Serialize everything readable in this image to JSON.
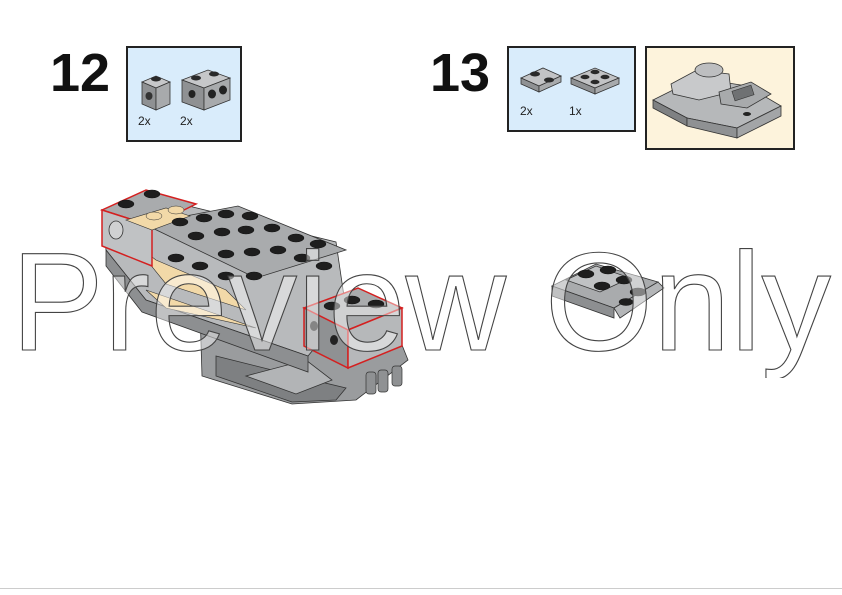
{
  "steps": [
    {
      "number": "12",
      "parts": [
        {
          "icon": "brick-1x1-with-hole-icon",
          "qty": "2x"
        },
        {
          "icon": "brick-1x2-with-holes-icon",
          "qty": "2x"
        }
      ]
    },
    {
      "number": "13",
      "parts": [
        {
          "icon": "plate-1x2-offset-icon",
          "qty": "2x"
        },
        {
          "icon": "plate-2x2-icon",
          "qty": "1x"
        }
      ],
      "subassembly_icon": "subassembly-preview-icon"
    }
  ],
  "watermark": "Preview Only",
  "colors": {
    "parts_box_bg": "#d9ecfb",
    "subassembly_bg": "#fdf3dc",
    "highlight_outline": "#d42020",
    "brick_gray": "#a3a5a8",
    "brick_dark": "#1e1e1e",
    "brick_tan": "#f2d9a8"
  }
}
